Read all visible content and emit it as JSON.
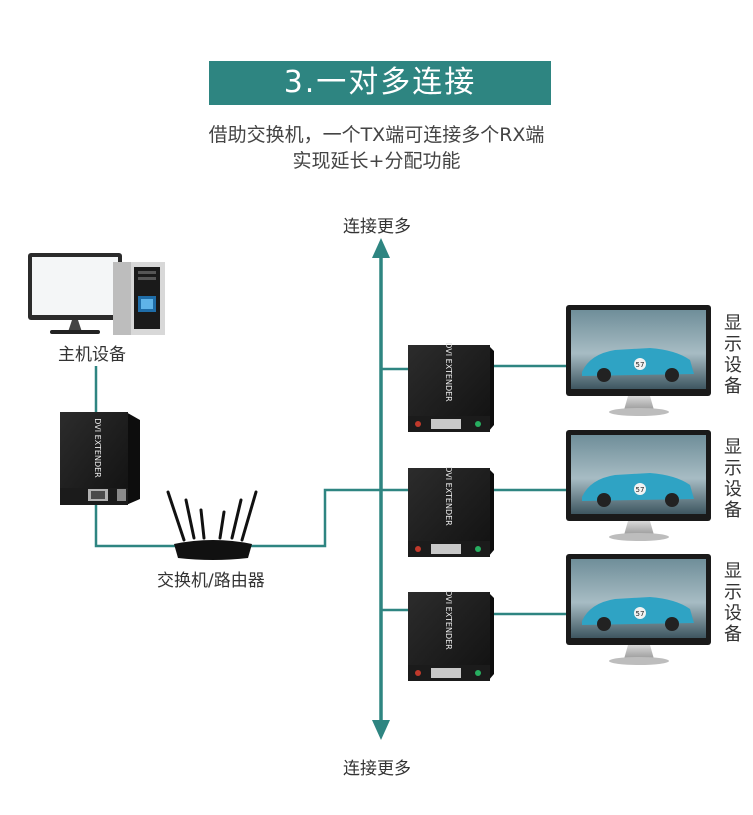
{
  "title": "3.一对多连接",
  "subtitle_line1": "借助交换机，一个TX端可连接多个RX端",
  "subtitle_line2": "实现延长+分配功能",
  "arrow_top_label": "连接更多",
  "arrow_bottom_label": "连接更多",
  "host_label": "主机设备",
  "switch_label": "交换机/路由器",
  "display_labels": [
    "显示设备",
    "显示设备",
    "显示设备"
  ],
  "extender_text": "DVI EXTENDER",
  "car_number": "57",
  "colors": {
    "accent": "#2e8581",
    "line": "#2e8581",
    "device": "#1c1c1c",
    "car": "#2fa3c4"
  }
}
